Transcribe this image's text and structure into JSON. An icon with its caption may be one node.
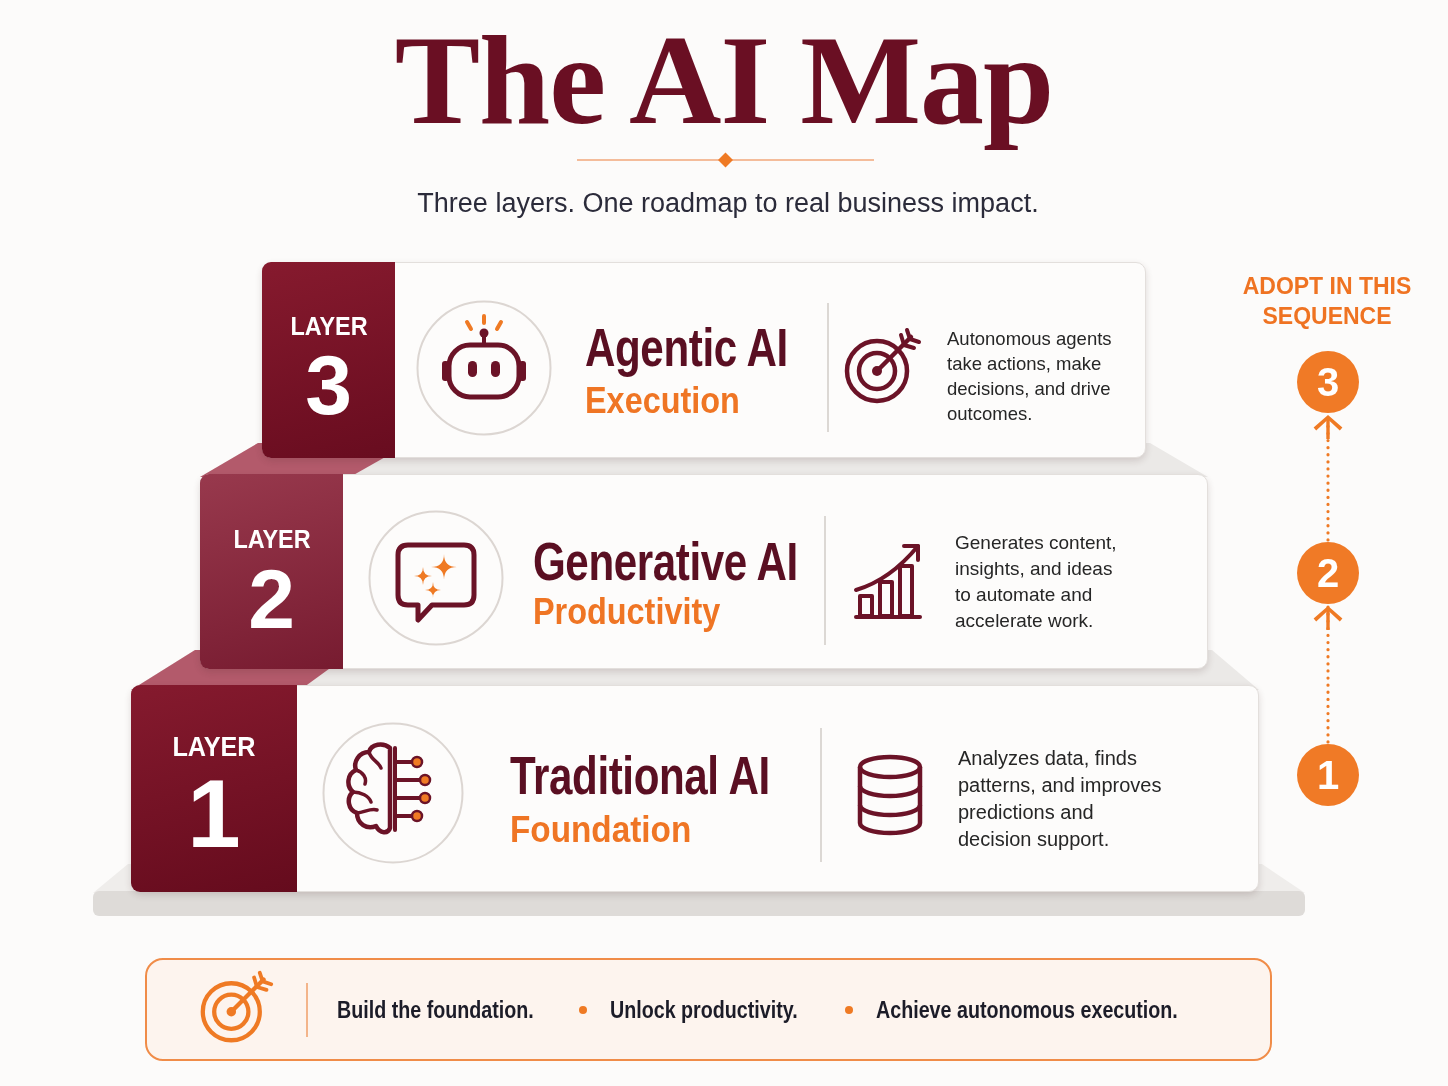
{
  "diagram": {
    "title": "The AI Map",
    "nodes": [
      {
        "text": [
          "LAYER",
          "3",
          "Agentic AI",
          "Execution",
          "Autonomous agents take actions, make decisions, and drive outcomes."
        ]
      },
      {
        "text": [
          "LAYER",
          "2",
          "Generative AI",
          "Productivity",
          "Generates content, insights, and ideas to automate and accelerate work."
        ]
      },
      {
        "text": [
          "LAYER",
          "1",
          "Traditional AI",
          "Foundation",
          "Analyzes data, finds patterns, and improves predictions and decision support."
        ]
      },
      {
        "text": [
          "3"
        ]
      },
      {
        "text": [
          "2"
        ]
      },
      {
        "text": [
          "1"
        ]
      },
      {
        "text": [
          "Build the foundation.",
          "Unlock productivity.",
          "Achieve autonomous execution."
        ]
      }
    ],
    "edges": [
      {
        "from": 5,
        "to": 4,
        "arrow": "to",
        "style": "dashed"
      },
      {
        "from": 4,
        "to": 3,
        "arrow": "to",
        "style": "dashed"
      }
    ],
    "labels": [
      "Three layers. One roadmap to real business impact.",
      "ADOPT IN THIS SEQUENCE"
    ]
  }
}
